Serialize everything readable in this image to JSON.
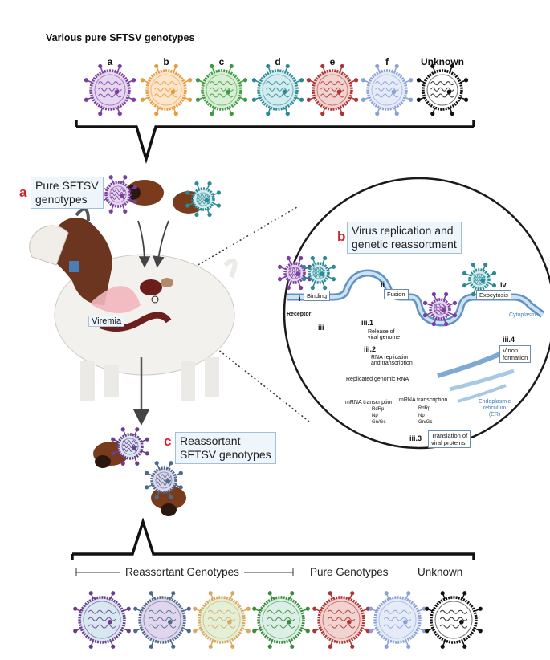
{
  "title": "Various pure SFTSV genotypes",
  "genotypes_top": [
    {
      "label": "a",
      "color": "#7a3fa0",
      "fill": "#e6d7f0"
    },
    {
      "label": "b",
      "color": "#e89a3c",
      "fill": "#fbe6cc"
    },
    {
      "label": "c",
      "color": "#3f9a3f",
      "fill": "#d8efd5"
    },
    {
      "label": "d",
      "color": "#2c8a94",
      "fill": "#d3ecef"
    },
    {
      "label": "e",
      "color": "#b03434",
      "fill": "#f1d3d0"
    },
    {
      "label": "f",
      "color": "#8aa0d8",
      "fill": "#e6ebf8"
    },
    {
      "label": "Unknown",
      "color": "#111111",
      "fill": "#ffffff"
    }
  ],
  "section_a": {
    "letter": "a",
    "label_line1": "Pure SFTSV",
    "label_line2": "genotypes"
  },
  "section_b": {
    "letter": "b",
    "label_line1": "Virus replication and",
    "label_line2": "genetic reassortment"
  },
  "section_c": {
    "letter": "c",
    "label_line1": "Reassortant",
    "label_line2": "SFTSV genotypes"
  },
  "viremia": "Viremia",
  "cell": {
    "receptor": "Receptor",
    "step_i": "i",
    "binding": "Binding",
    "step_ii": "ii",
    "fusion": "Fusion",
    "step_iv": "iv",
    "exocytosis": "Exocytosis",
    "cytoplasm": "Cytoplasm",
    "step_iii": "iii",
    "step_iii1": "iii.1",
    "release_line1": "Release of",
    "release_line2": "viral genome",
    "step_iii2": "iii.2",
    "rna_line1": "RNA replication",
    "rna_line2": "and transcription",
    "step_iii4": "iii.4",
    "virion_line1": "Virion",
    "virion_line2": "formation",
    "replicated": "Replicated genomic RNA",
    "mrna_left": "mRNA transcription",
    "mrna_right": "mRNA transcription",
    "rdrp": "RdRp",
    "np": "Np",
    "gngc": "Gn/Gc",
    "er_line1": "Endoplasmic",
    "er_line2": "reticulum",
    "er_line3": "(ER)",
    "step_iii3": "iii.3",
    "translation_line1": "Translation of",
    "translation_line2": "viral proteins"
  },
  "bottom": {
    "reassortant": "Reassortant Genotypes",
    "pure": "Pure Genotypes",
    "unknown": "Unknown"
  },
  "genotypes_bottom": [
    {
      "color": "#6a3c8c",
      "fill": "#d8e8f1"
    },
    {
      "color": "#4e6a8a",
      "fill": "#e0d7ee"
    },
    {
      "color": "#d9a760",
      "fill": "#e3efd6"
    },
    {
      "color": "#3c8a3c",
      "fill": "#dcefe6"
    },
    {
      "color": "#b03434",
      "fill": "#f1d3d0"
    },
    {
      "color": "#8aa0d8",
      "fill": "#e6ebf8"
    },
    {
      "color": "#111111",
      "fill": "#ffffff"
    }
  ]
}
